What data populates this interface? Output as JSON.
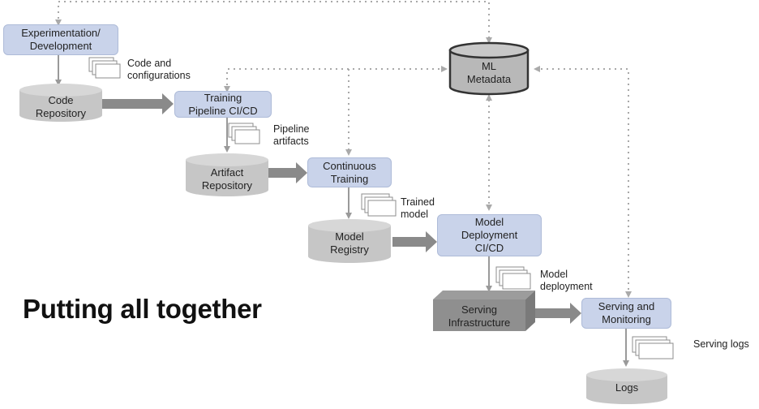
{
  "title": "Putting all together",
  "boxes": {
    "experimentation": "Experimentation/\nDevelopment",
    "training_pipeline": "Training\nPipeline CI/CD",
    "continuous_training": "Continuous\nTraining",
    "model_deployment": "Model\nDeployment\nCI/CD",
    "serving_monitoring": "Serving and\nMonitoring"
  },
  "stores": {
    "code_repository": "Code\nRepository",
    "artifact_repository": "Artifact\nRepository",
    "model_registry": "Model\nRegistry",
    "ml_metadata": "ML\nMetadata",
    "serving_infrastructure": "Serving\nInfrastructure",
    "logs": "Logs"
  },
  "artifacts": {
    "code": "Code and\nconfigurations",
    "pipeline": "Pipeline\nartifacts",
    "trained_model": "Trained\nmodel",
    "model_deployment": "Model\ndeployment",
    "serving_logs": "Serving logs"
  },
  "colors": {
    "box_fill": "#c9d3ea",
    "store_fill": "#c6c6c6",
    "metadata_fill": "#b8b8b8",
    "arrow_gray": "#8a8a8a",
    "dotted": "#a8a8a8"
  }
}
